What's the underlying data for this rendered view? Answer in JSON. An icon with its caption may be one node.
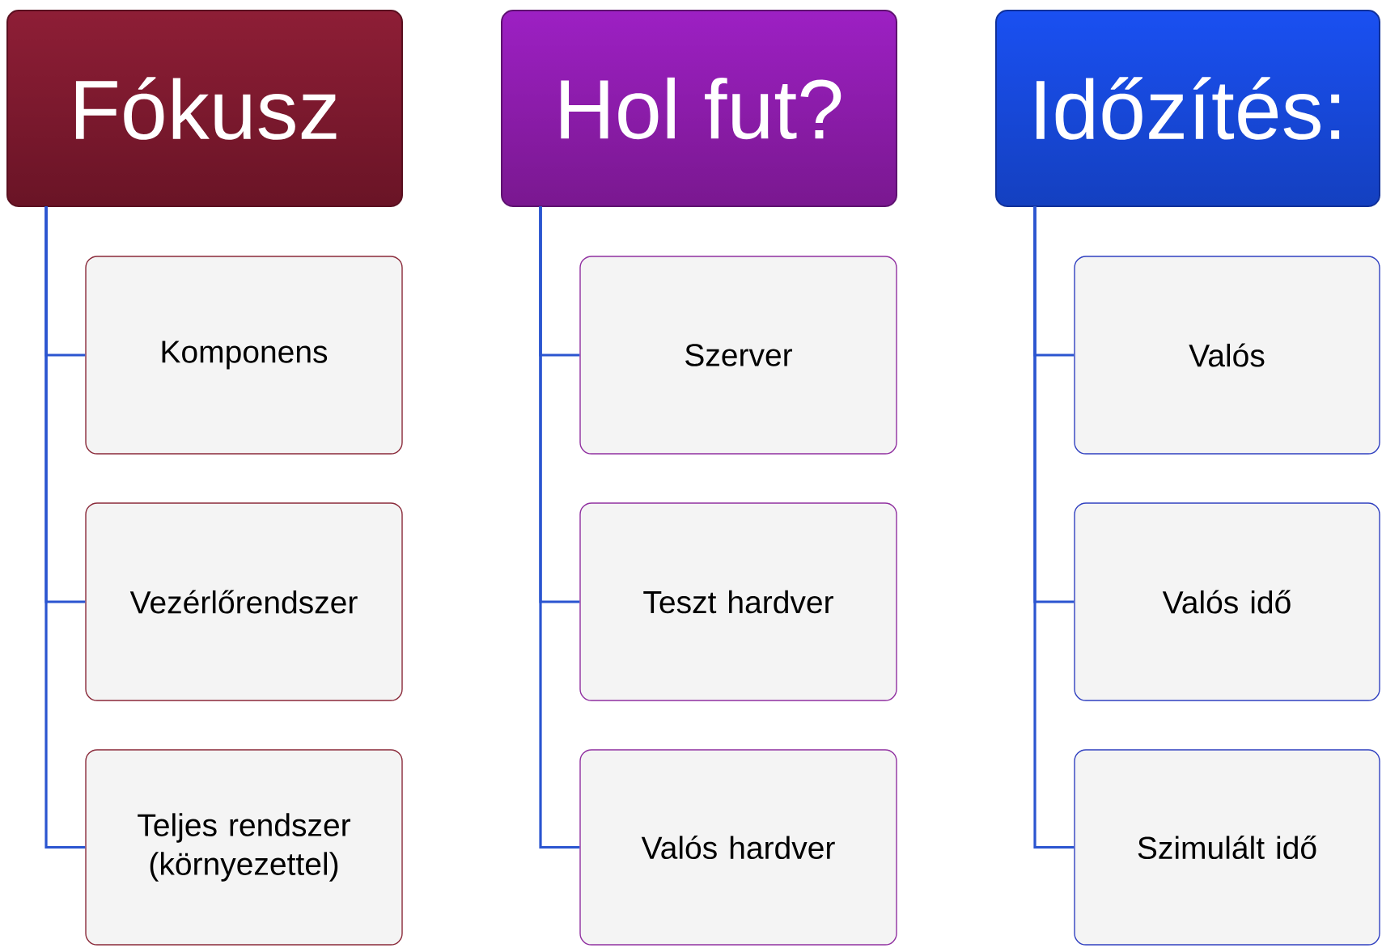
{
  "diagram": {
    "nodes": [
      {
        "text": [
          "Fókusz"
        ]
      },
      {
        "text": [
          "Komponens"
        ]
      },
      {
        "text": [
          "Vezérlőrendszer"
        ]
      },
      {
        "text": [
          "Teljes rendszer (környezettel)"
        ]
      },
      {
        "text": [
          "Hol fut?"
        ]
      },
      {
        "text": [
          "Szerver"
        ]
      },
      {
        "text": [
          "Teszt hardver"
        ]
      },
      {
        "text": [
          "Valós hardver"
        ]
      },
      {
        "text": [
          "Időzítés:"
        ]
      },
      {
        "text": [
          "Valós"
        ]
      },
      {
        "text": [
          "Valós idő"
        ]
      },
      {
        "text": [
          "Szimulált idő"
        ]
      }
    ],
    "edges": [
      {
        "from": 0,
        "to": 1,
        "arrow": "none"
      },
      {
        "from": 0,
        "to": 2,
        "arrow": "none"
      },
      {
        "from": 0,
        "to": 3,
        "arrow": "none"
      },
      {
        "from": 4,
        "to": 5,
        "arrow": "none"
      },
      {
        "from": 4,
        "to": 6,
        "arrow": "none"
      },
      {
        "from": 4,
        "to": 7,
        "arrow": "none"
      },
      {
        "from": 8,
        "to": 9,
        "arrow": "none"
      },
      {
        "from": 8,
        "to": 10,
        "arrow": "none"
      },
      {
        "from": 8,
        "to": 11,
        "arrow": "none"
      }
    ]
  }
}
